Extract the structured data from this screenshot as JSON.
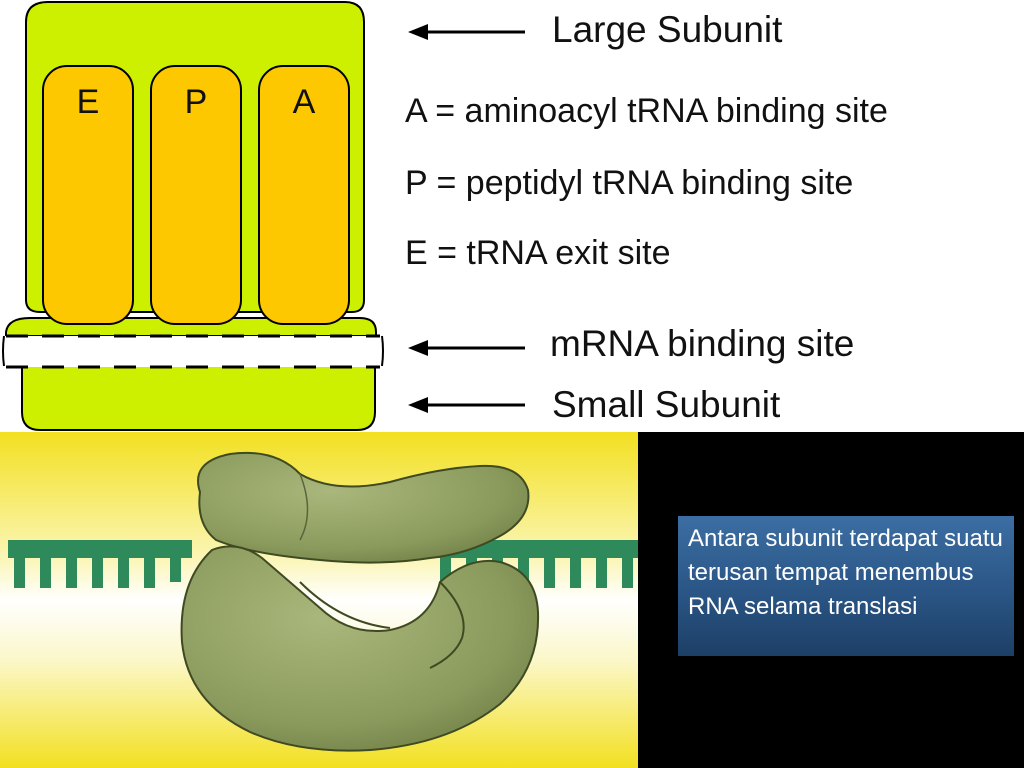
{
  "ribosome_diagram": {
    "sites": [
      {
        "letter": "E"
      },
      {
        "letter": "P"
      },
      {
        "letter": "A"
      }
    ],
    "labels": {
      "large_subunit": "Large Subunit",
      "a_site": "A = aminoacyl tRNA binding site",
      "p_site": "P = peptidyl tRNA binding site",
      "e_site": "E = tRNA exit site",
      "mrna_binding_site": "mRNA binding site",
      "small_subunit": "Small Subunit"
    },
    "colors": {
      "subunit": "#ccf000",
      "site": "#fdc800",
      "outline": "#000000"
    }
  },
  "illustration": {
    "colors": {
      "ribosome": "#8a9a5c",
      "mrna": "#2e8a5a",
      "bg_top": "#f2e020",
      "bg_mid": "#ffffff"
    }
  },
  "caption": {
    "text": "Antara subunit terdapat suatu terusan tempat menembus RNA selama translasi"
  }
}
